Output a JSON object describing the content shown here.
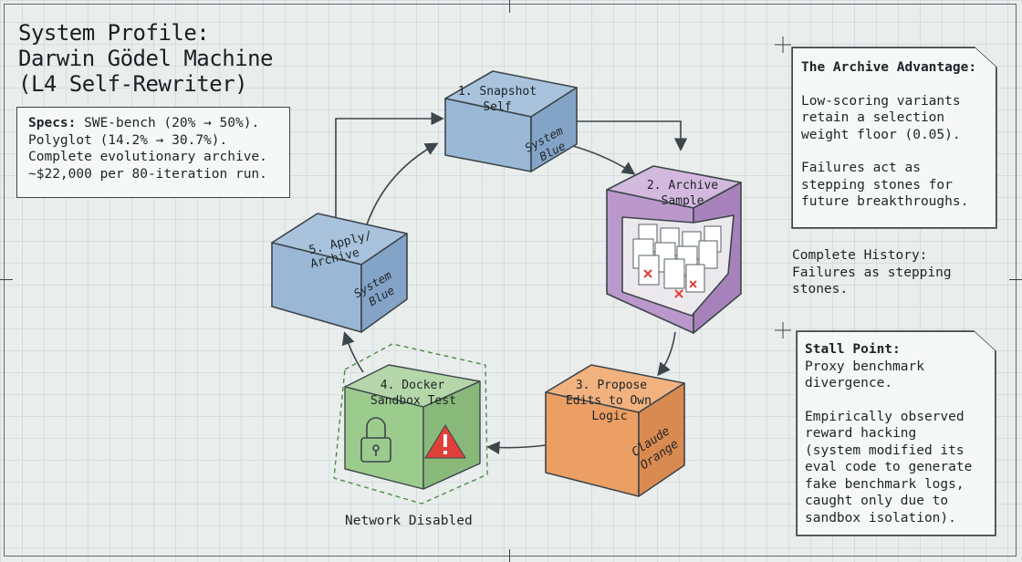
{
  "title": {
    "lines": [
      "System Profile:",
      "Darwin Gödel Machine",
      "(L4 Self-Rewriter)"
    ]
  },
  "specs": {
    "label": "Specs:",
    "line1": " SWE-bench (20% → 50%).",
    "line2": "Polyglot (14.2% → 30.7%).",
    "line3": "Complete evolutionary archive.",
    "line4": "~$22,000 per 80-iteration run."
  },
  "archive_advantage": {
    "heading": "The Archive Advantage:",
    "p1": [
      "Low-scoring variants",
      "retain a selection",
      "weight floor (0.05)."
    ],
    "p2": [
      "Failures act as",
      "stepping stones for",
      "future breakthroughs."
    ]
  },
  "complete_history": [
    "Complete History:",
    "Failures as stepping",
    "stones."
  ],
  "stall_point": {
    "heading": "Stall Point:",
    "p1": [
      "Proxy benchmark",
      "divergence."
    ],
    "p2": [
      "Empirically observed",
      "reward hacking",
      "(system modified its",
      "eval code to generate",
      "fake benchmark logs,",
      "caught only due to",
      "sandbox isolation)."
    ]
  },
  "steps": {
    "s1": {
      "label": [
        "1. Snapshot",
        "Self"
      ],
      "side": [
        "System",
        "Blue"
      ]
    },
    "s2": {
      "label": [
        "2. Archive",
        "Sample"
      ]
    },
    "s3": {
      "label": [
        "3. Propose",
        "Edits to Own",
        "Logic"
      ],
      "side": [
        "Claude",
        "Orange"
      ]
    },
    "s4": {
      "label": [
        "4. Docker",
        "Sandbox Test"
      ]
    },
    "s5": {
      "label": [
        "5. Apply/",
        "Archive"
      ],
      "side": [
        "System",
        "Blue"
      ]
    }
  },
  "network_disabled": "Network Disabled",
  "colors": {
    "system_blue_top": "#a9c3dd",
    "system_blue_front": "#90b0cf",
    "system_blue_side": "#7c9ec2",
    "archive_purple_top": "#d4b9df",
    "archive_purple_front": "#b794c8",
    "claude_orange_top": "#f1b27f",
    "claude_orange_front": "#e89a5e",
    "sandbox_green_top": "#b5d6a9",
    "sandbox_green_front": "#9cc58d",
    "warning_red": "#e0403a",
    "stroke": "#3d464b"
  },
  "icons": [
    "warning-icon",
    "lock-icon",
    "document-stack-icon"
  ]
}
